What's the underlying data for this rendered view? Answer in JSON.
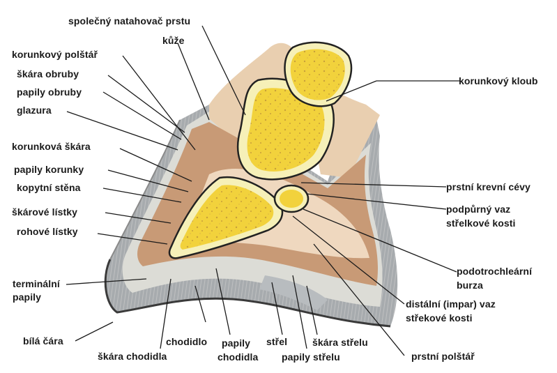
{
  "labels": {
    "spolecny_natahovac": "společný natahovač prstu",
    "kuze": "kůže",
    "korunkovy_polstar": "korunkový polštář",
    "skara_obruby": "škára obruby",
    "papily_obruby": "papily obruby",
    "glazura": "glazura",
    "korunkova_skara": "korunková škára",
    "papily_korunky": "papily korunky",
    "kopytni_stena": "kopytní stěna",
    "skarove_listky": "škárové lístky",
    "rohove_listky": "rohové lístky",
    "terminalni_papily_1": "terminální",
    "terminalni_papily_2": "papily",
    "bila_cara": "bílá čára",
    "skara_chodidla": "škára chodidla",
    "chodidlo": "chodidlo",
    "papily_chodidla_1": "papily",
    "papily_chodidla_2": "chodidla",
    "strel": "střel",
    "papily_strelu": "papily střelu",
    "skara_strelu": "škára střelu",
    "prstni_polstar": "prstní polštář",
    "korunkovy_kloub": "korunkový kloub",
    "prstni_krevni_cevy": "prstní krevní cévy",
    "podpurny_vaz_1": "podpůrný vaz",
    "podpurny_vaz_2": "střelkové kosti",
    "podotrochlearni_1": "podotrochleární",
    "podotrochlearni_2": "burza",
    "distalni_vaz_1": "distální (impar) vaz",
    "distalni_vaz_2": "střekové kosti"
  },
  "colors": {
    "bone_yellow": "#f2d23c",
    "cartilage": "#f6f0b8",
    "tissue_pink": "#e7c9a8",
    "dermis_brown": "#b07a55",
    "horn_grey": "#9ea3a8",
    "leader_line": "#1a1a1a"
  }
}
